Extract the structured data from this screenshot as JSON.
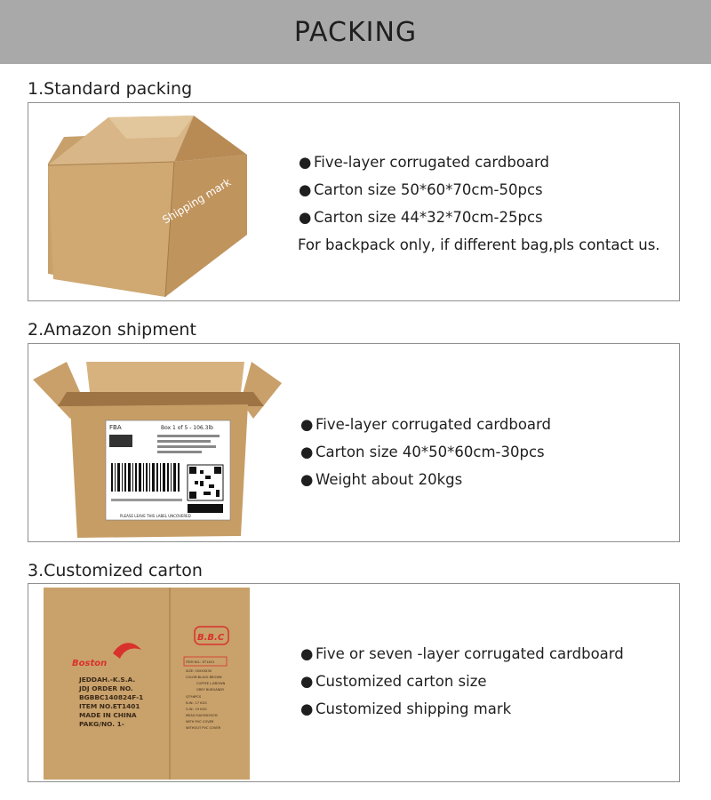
{
  "header": {
    "title": "PACKING"
  },
  "sections": [
    {
      "title": "1.Standard packing",
      "image_label": "Shipping mark",
      "bullets": [
        "Five-layer corrugated cardboard",
        "Carton size 50*60*70cm-50pcs",
        "Carton size 44*32*70cm-25pcs"
      ],
      "note": "For backpack only, if different bag,pls contact us."
    },
    {
      "title": "2.Amazon shipment",
      "label": {
        "fba": "FBA",
        "box_count": "Box 1 of 5 - 106.3lb",
        "warning": "PLEASE LEAVE THIS LABEL UNCOVERED"
      },
      "bullets": [
        "Five-layer corrugated cardboard",
        "Carton size 40*50*60cm-30pcs",
        "Weight about 20kgs"
      ]
    },
    {
      "title": "3.Customized carton",
      "carton": {
        "brand": "Boston",
        "logo": "B.B.C",
        "mark_lines": [
          "JEDDAH.-K.S.A.",
          "JDJ ORDER NO.",
          "BGBBC140824F-1",
          "ITEM NO.ET1401",
          "MADE IN CHINA",
          "PAKG/NO. 1-"
        ],
        "item_no": "ITEM NO.: ET1401",
        "item_lines": [
          "SIZE: 50X43X30",
          "COLOR:BLACK  BROWN",
          "COFFEE  L.BROWN",
          "GREY  BURGANDY",
          "QTY:6PCS",
          "N.W.: 17 KGS",
          "G.W.: 19 KGS",
          "MEAS:54X35X55CM",
          "WITH PVC COVER",
          "WITHOUT PVC COVER"
        ]
      },
      "bullets": [
        "Five or seven -layer corrugated cardboard",
        "Customized carton size",
        "Customized shipping mark"
      ]
    }
  ],
  "colors": {
    "header_bg": "#a9a9a9",
    "cardboard": "#c9a06a",
    "carton_print": "#e0403a"
  }
}
